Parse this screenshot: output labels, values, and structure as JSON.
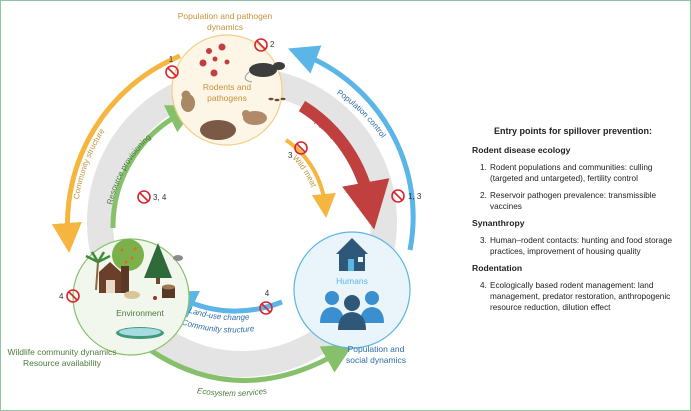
{
  "nodes": {
    "rodents": {
      "label_line1": "Rodents and",
      "label_line2": "pathogens",
      "caption_line1": "Population and pathogen",
      "caption_line2": "dynamics"
    },
    "humans": {
      "label": "Humans",
      "caption_line1": "Population and",
      "caption_line2": "social dynamics"
    },
    "environment": {
      "label": "Environment",
      "caption_line1": "Wildlife community dynamics",
      "caption_line2": "Resource availability"
    }
  },
  "arrows": {
    "community_structure": "Community structure",
    "resource_provisioning": "Resource provisioning",
    "population_control": "Population control",
    "pathogen_spillover": "Pathogen spillover",
    "wild_meat": "Wild meat",
    "land_use_line1": "Land-use change",
    "land_use_line2": "Community structure",
    "ecosystem_services": "Ecosystem services"
  },
  "markers": {
    "m1": "1",
    "m2": "2",
    "m3": "3",
    "m13": "1, 3",
    "m34": "3, 4",
    "m4a": "4",
    "m4b": "4"
  },
  "colors": {
    "orange": "#f6b53f",
    "green": "#86c06b",
    "blue": "#5bb5e6",
    "red": "#c0403f",
    "grey_ring": "#e4e4e4",
    "no_sign": "#d7262e",
    "frame": "#8fc4a4",
    "rodent_text": "#c4923d",
    "human_text": "#2d6ca6",
    "env_text": "#4b7a3c"
  },
  "legend": {
    "title": "Entry points for spillover prevention:",
    "sections": [
      {
        "heading": "Rodent disease ecology",
        "items": [
          {
            "num": "1.",
            "text": "Rodent populations and communities: culling (targeted and untargeted), fertility control"
          },
          {
            "num": "2.",
            "text": "Reservoir pathogen prevalence: transmissible vaccines"
          }
        ]
      },
      {
        "heading": "Synanthropy",
        "items": [
          {
            "num": "3.",
            "text": "Human–rodent contacts: hunting and food  storage practices, improvement of housing quality"
          }
        ]
      },
      {
        "heading": "Rodentation",
        "items": [
          {
            "num": "4.",
            "text": "Ecologically based rodent management: land management, predator restoration, anthropogenic resource reduction, dilution effect"
          }
        ]
      }
    ]
  }
}
